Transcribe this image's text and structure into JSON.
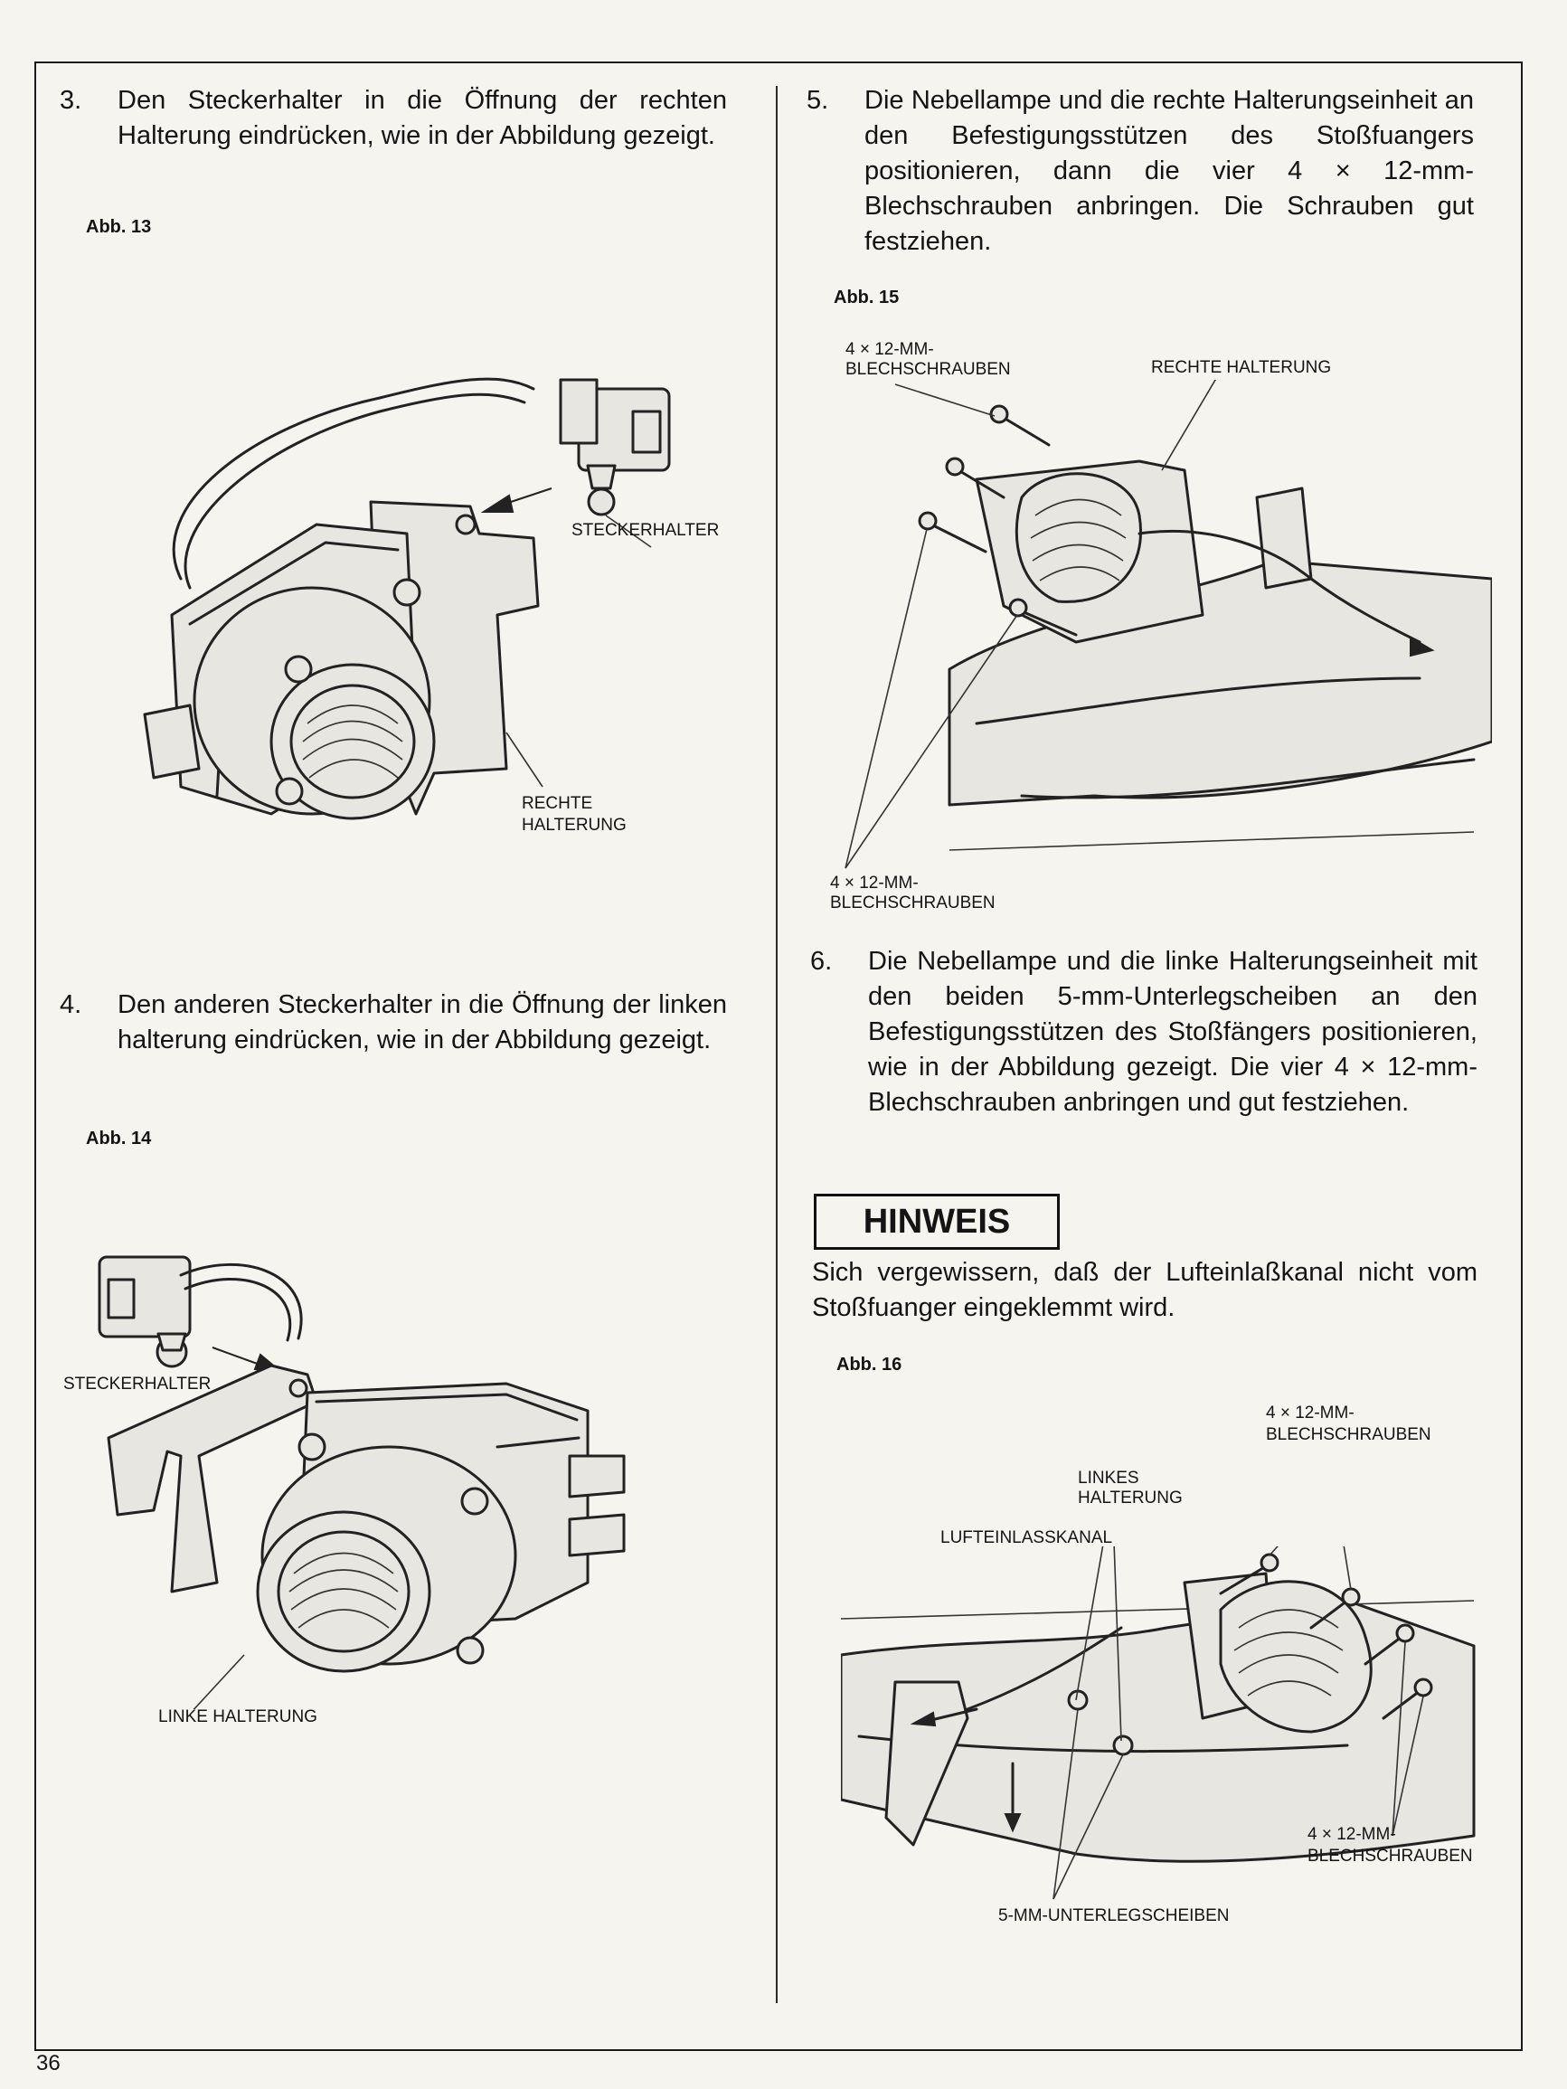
{
  "page_number": "36",
  "steps": {
    "s3": {
      "num": "3.",
      "text": "Den Steckerhalter in die Öffnung der rechten Halterung eindrücken, wie in der Abbildung gezeigt."
    },
    "s4": {
      "num": "4.",
      "text": "Den anderen Steckerhalter in die Öffnung der linken halterung eindrücken, wie in der Abbildung gezeigt."
    },
    "s5": {
      "num": "5.",
      "text": "Die Nebellampe und die rechte Halterungseinheit an den Befestigungsstützen des Stoßfuangers positionieren, dann die vier 4 × 12-mm-Blechschrauben anbringen. Die Schrauben gut festziehen."
    },
    "s6": {
      "num": "6.",
      "text": "Die Nebellampe und die linke Halterungseinheit mit den beiden 5-mm-Unterlegscheiben an den Befestigungsstützen des Stoßfängers positionieren, wie in der Abbildung gezeigt. Die vier 4 × 12-mm-Blechschrauben anbringen und gut festziehen."
    }
  },
  "figures": {
    "abb13": {
      "label": "Abb. 13",
      "steckerhalter": "STECKERHALTER",
      "rechte_halterung_1": "RECHTE",
      "rechte_halterung_2": "HALTERUNG"
    },
    "abb14": {
      "label": "Abb. 14",
      "steckerhalter": "STECKERHALTER",
      "linke_halterung": "LINKE HALTERUNG"
    },
    "abb15": {
      "label": "Abb. 15",
      "screws_top_1": "4 × 12-mm-",
      "screws_top_2": "BLECHSCHRAUBEN",
      "rechte_halterung": "RECHTE HALTERUNG",
      "screws_bottom_1": "4 × 12-mm-",
      "screws_bottom_2": "BLECHSCHRAUBEN"
    },
    "abb16": {
      "label": "Abb. 16",
      "screws_top_1": "4 × 12-mm-",
      "screws_top_2": "BLECHSCHRAUBEN",
      "linkes_halterung_1": "LINKES",
      "linkes_halterung_2": "HALTERUNG",
      "lufteinlasskanal": "LUFTEINLASSKANAL",
      "screws_bottom_1": "4 × 12-mm-",
      "screws_bottom_2": "BLECHSCHRAUBEN",
      "washers": "5-mm-UNTERLEGSCHEIBEN"
    }
  },
  "hinweis": {
    "title": "HINWEIS",
    "text": "Sich vergewissern, daß der Lufteinlaßkanal nicht vom Stoßfuanger eingeklemmt wird."
  }
}
